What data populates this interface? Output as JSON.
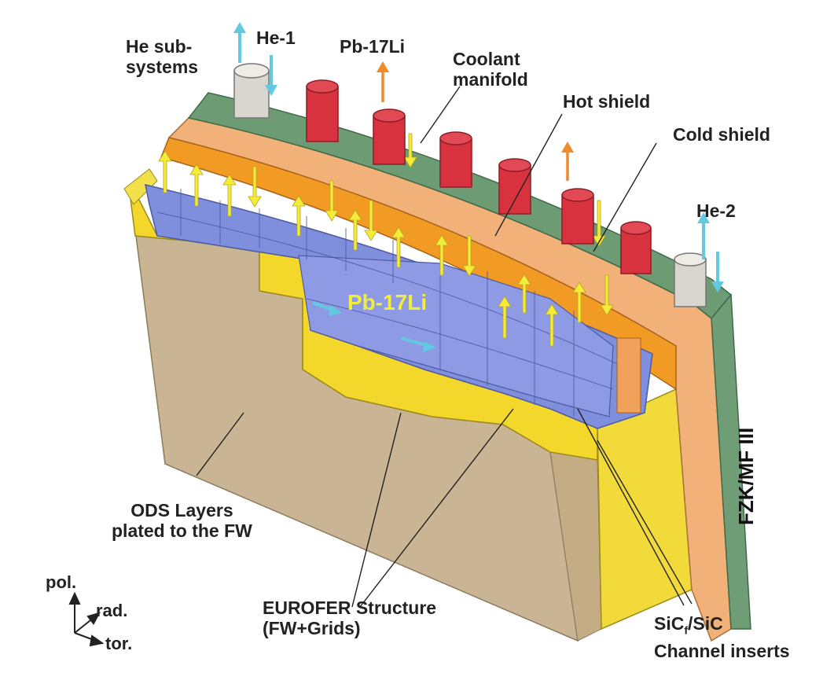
{
  "labels": {
    "he_subsystems": [
      "He sub-",
      "systems"
    ],
    "he1": "He-1",
    "pb17li_top": "Pb-17Li",
    "coolant_manifold": [
      "Coolant",
      "manifold"
    ],
    "hot_shield": "Hot shield",
    "cold_shield": "Cold shield",
    "he2": "He-2",
    "pb17li_center": "Pb-17Li",
    "fzk": "FZK/MF III",
    "ods_layers": [
      "ODS Layers",
      "plated to the FW"
    ],
    "eurofer": [
      "EUROFER Structure",
      "(FW+Grids)"
    ],
    "sic": [
      "SiC",
      "f",
      "/SiC",
      "Channel inserts"
    ]
  },
  "axes": {
    "pol": "pol.",
    "rad": "rad.",
    "tor": "tor."
  },
  "colors": {
    "ods_tan": "#c9b493",
    "eurofer_yellow": "#f3d82b",
    "pb_blue": "#7f8fde",
    "hot_shield_orange": "#f19a24",
    "cold_shield_peach": "#f2b179",
    "manifold_green": "#6d9b74",
    "pipe_red": "#d8323f",
    "pipe_grey": "#d9d6cf",
    "arrow_yellow": "#f3ec3a",
    "arrow_cyan": "#61c9e0",
    "arrow_orange": "#f08a2a"
  }
}
